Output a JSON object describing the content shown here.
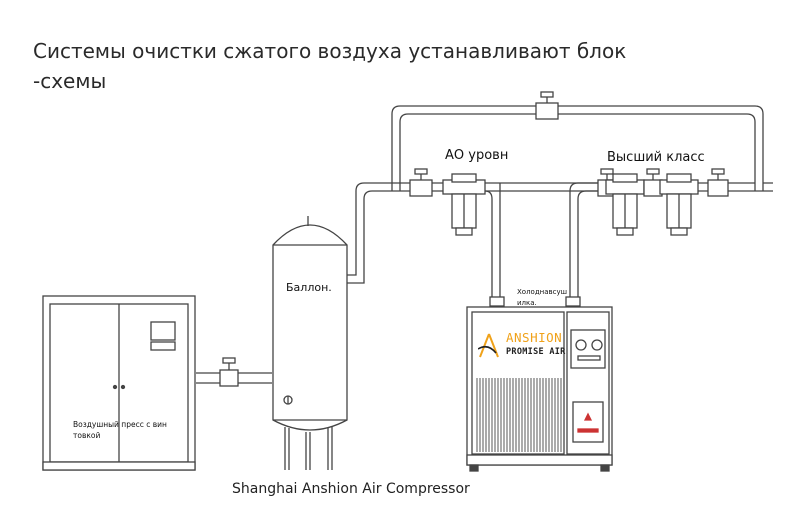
{
  "title": "Системы очистки сжатого воздуха устанавливают блок\n-схемы",
  "labels": {
    "ao_level": "АО уровн",
    "highest_class": "Высший класс",
    "receiver": "Баллон.",
    "dryer": "Холоднавсуш\nилка.",
    "compressor": "Воздушный пресс с вин\nтовкой",
    "footer": "Shanghai Anshion Air Compressor"
  },
  "logo": {
    "brand": "ANSHION",
    "tagline": "PROMISE AIR",
    "brand_color": "#f0a21a"
  },
  "colors": {
    "line": "#444444",
    "pipe_fill": "#ffffff"
  }
}
